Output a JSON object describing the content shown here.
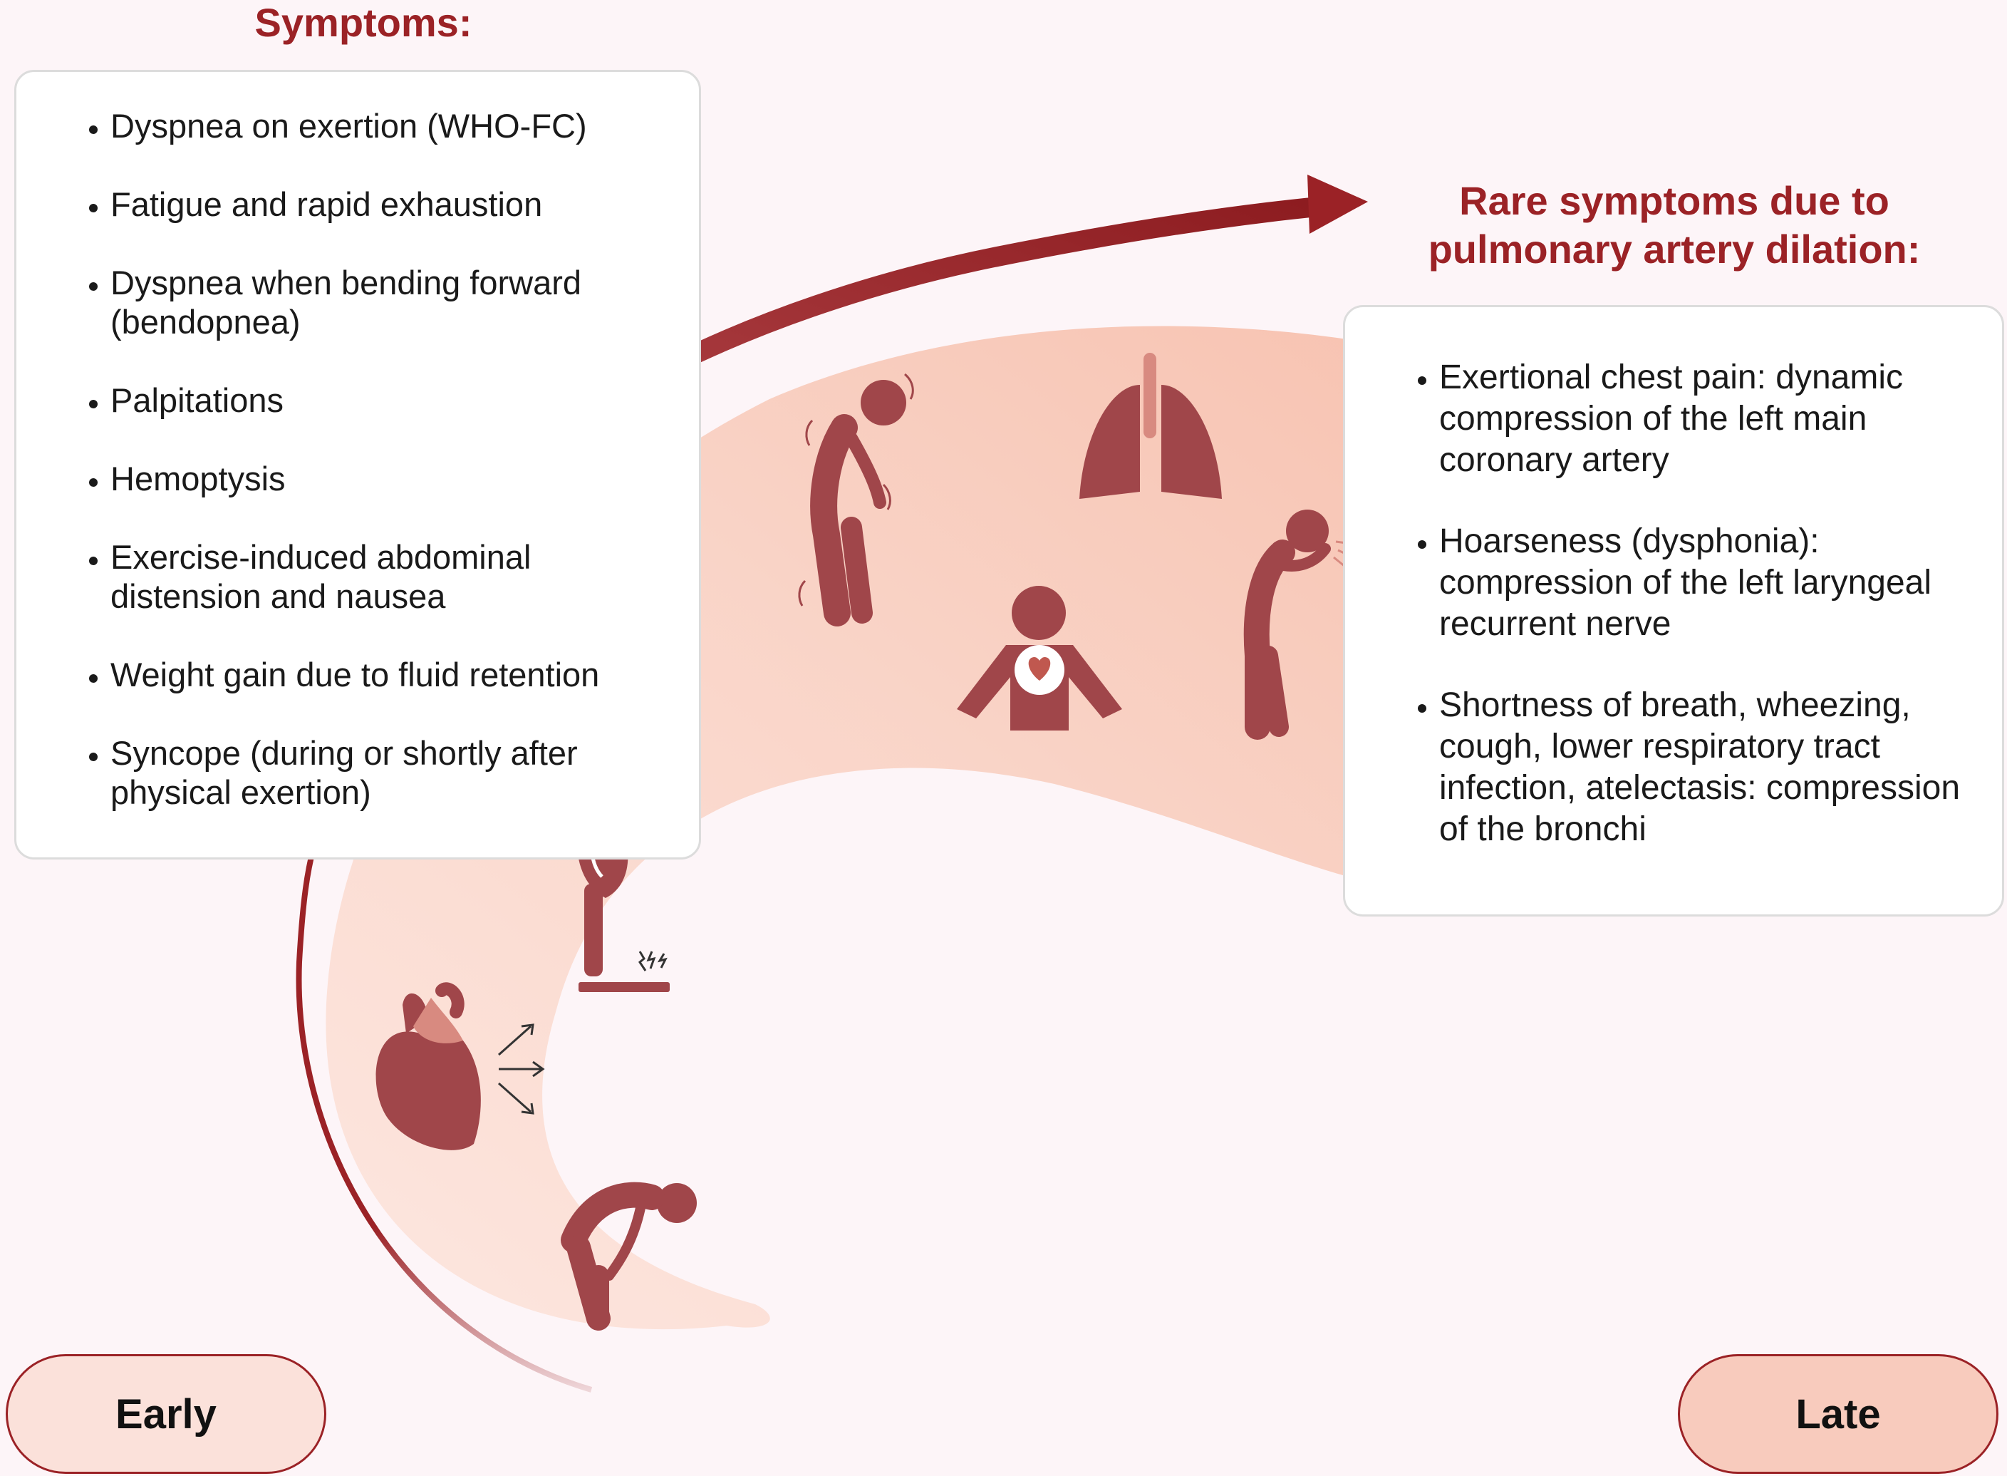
{
  "symptoms": {
    "title": "Symptoms:",
    "items": [
      "Dyspnea on exertion (WHO-FC)",
      "Fatigue and rapid exhaustion",
      "Dyspnea when bending forward (bendopnea)",
      "Palpitations",
      "Hemoptysis",
      "Exercise-induced abdominal distension and nausea",
      "Weight gain due to fluid retention",
      "Syncope (during or shortly after physical exertion)"
    ]
  },
  "rare_symptoms": {
    "title": "Rare symptoms due to pulmonary artery dilation:",
    "items": [
      "Exertional chest pain: dynamic compression of the left main coronary artery",
      "Hoarseness (dysphonia): compression of the left laryngeal recurrent nerve",
      "Shortness of breath, wheezing, cough, lower respiratory tract infection, atelectasis: compression of the bronchi"
    ]
  },
  "stages": {
    "early": "Early",
    "late": "Late"
  },
  "colors": {
    "accent": "#9b2226",
    "figure": "#a0464a",
    "band": "#f8c3b2",
    "background": "#fdf5f8"
  },
  "icons": [
    "tired-person-icon",
    "lungs-icon",
    "chest-heart-icon",
    "coughing-person-icon",
    "bloated-person-on-scale-icon",
    "enlarged-heart-icon",
    "bending-person-icon"
  ]
}
